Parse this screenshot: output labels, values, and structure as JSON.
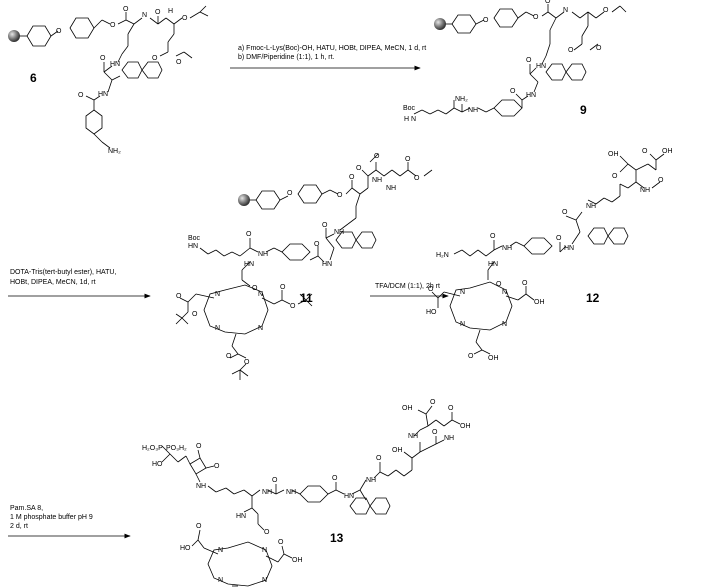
{
  "compounds": [
    {
      "id": "6",
      "label": "6"
    },
    {
      "id": "9",
      "label": "9"
    },
    {
      "id": "11",
      "label": "11"
    },
    {
      "id": "12",
      "label": "12"
    },
    {
      "id": "13",
      "label": "13"
    }
  ],
  "reactions": [
    {
      "id": "r1",
      "lines": [
        "a) Fmoc-L-Lys(Boc)-OH, HATU, HOBt, DIPEA, MeCN, 1 d, rt",
        "b) DMF/Piperidine (1:1), 1 h, rt."
      ]
    },
    {
      "id": "r2",
      "lines": [
        "DOTA-Tris(tert-butyl ester), HATU,",
        "HOBt, DIPEA, MeCN, 1d, rt"
      ]
    },
    {
      "id": "r3",
      "lines": [
        "TFA/DCM (1:1), 2h rt"
      ]
    },
    {
      "id": "r4",
      "lines": [
        "Pam.SA 8,",
        "1 M phosphate buffer pH 9",
        "2 d, rt"
      ]
    }
  ],
  "atom_labels": {
    "O": "O",
    "N": "N",
    "H": "H",
    "OH": "OH",
    "HO": "HO",
    "NH": "NH",
    "HN": "HN",
    "NH2": "NH₂",
    "H2N": "H₂N",
    "Boc": "Boc",
    "PO3H2": "PO₃H₂",
    "H2O3P": "H₂O₃P"
  }
}
